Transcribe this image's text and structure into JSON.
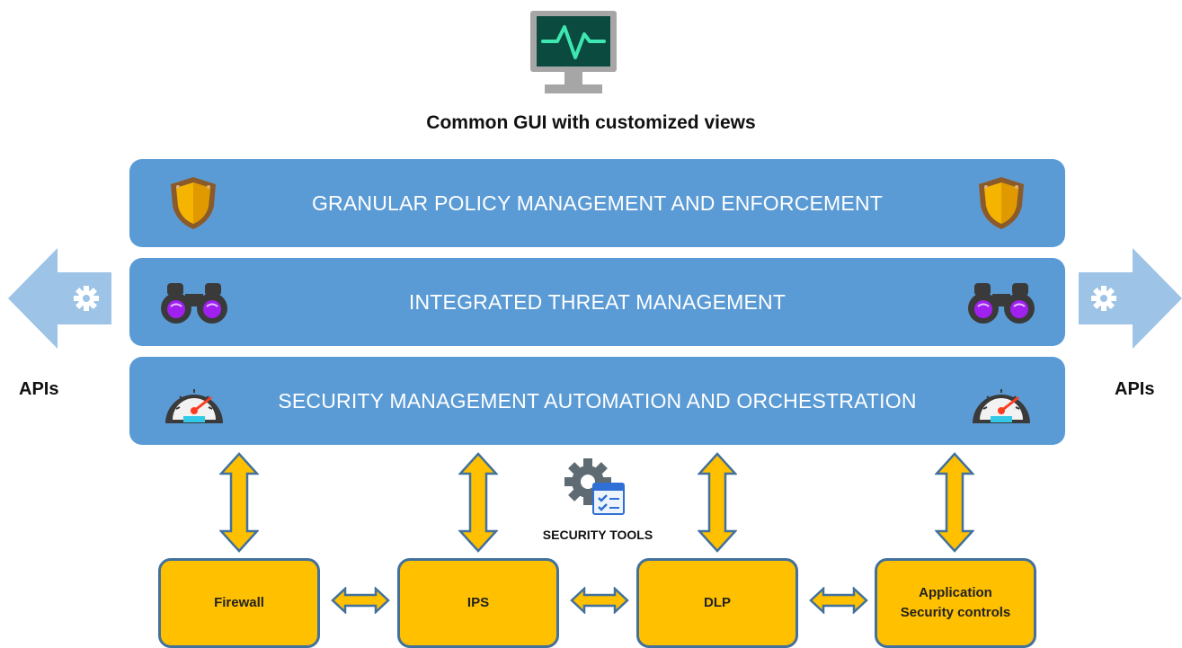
{
  "header": {
    "monitor_icon": "monitor-heartbeat-icon",
    "title": "Common GUI with customized views"
  },
  "bands": [
    {
      "label": "GRANULAR POLICY MANAGEMENT AND ENFORCEMENT",
      "icon": "shield-icon"
    },
    {
      "label": "INTEGRATED THREAT MANAGEMENT",
      "icon": "binoculars-icon"
    },
    {
      "label": "SECURITY MANAGEMENT AUTOMATION AND ORCHESTRATION",
      "icon": "speedometer-icon"
    }
  ],
  "apis": {
    "left_label": "APIs",
    "right_label": "APIs",
    "icon": "gear-icon"
  },
  "security_tools": {
    "label": "SECURITY TOOLS",
    "icon": "gear-checklist-icon"
  },
  "tools": [
    {
      "label": "Firewall"
    },
    {
      "label": "IPS"
    },
    {
      "label": "DLP"
    },
    {
      "label": "Application\nSecurity controls"
    }
  ],
  "colors": {
    "band_fill": "#5b9bd5",
    "band_text": "#ffffff",
    "tool_fill": "#ffc000",
    "tool_border": "#41719c",
    "arrow_fill": "#ffc000",
    "api_arrow_fill": "#9dc3e6",
    "monitor_screen": "#0b4a3e",
    "monitor_line": "#3ee6b0"
  }
}
